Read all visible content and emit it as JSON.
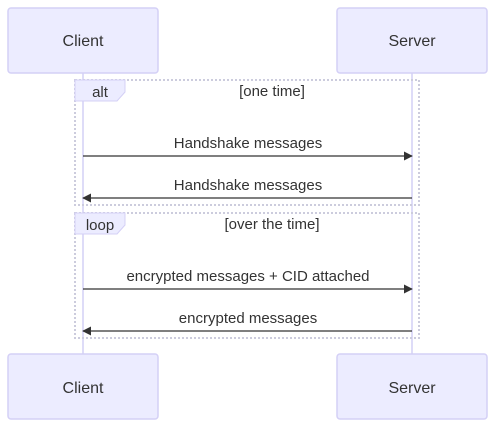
{
  "actors": {
    "left": "Client",
    "right": "Server"
  },
  "frames": [
    {
      "type": "alt",
      "condition": "[one time]"
    },
    {
      "type": "loop",
      "condition": "[over the time]"
    }
  ],
  "messages": [
    {
      "from": "Client",
      "to": "Server",
      "text": "Handshake messages"
    },
    {
      "from": "Server",
      "to": "Client",
      "text": "Handshake messages"
    },
    {
      "from": "Client",
      "to": "Server",
      "text": "encrypted messages + CID attached"
    },
    {
      "from": "Server",
      "to": "Client",
      "text": "encrypted messages"
    }
  ],
  "colors": {
    "actor_fill": "#ECECFF",
    "actor_stroke": "#D4D0F6",
    "line": "#333333",
    "frame_border": "#CCCCDD"
  }
}
